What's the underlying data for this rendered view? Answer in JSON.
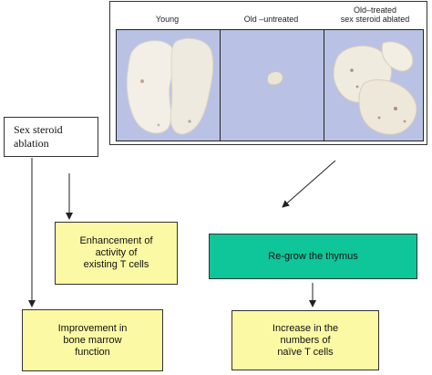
{
  "photo_panel": {
    "labels": {
      "young": "Young",
      "old_untreated": "Old –untreated",
      "old_treated_line1": "Old–treated",
      "old_treated_line2": "sex steroid ablated"
    }
  },
  "boxes": {
    "sex_steroid_line1": "Sex steroid",
    "sex_steroid_line2": "ablation",
    "enhancement_line1": "Enhancement of",
    "enhancement_line2": "activity of",
    "enhancement_line3": "existing T cells",
    "regrow": "Re-grow the thymus",
    "bone_line1": "Improvement in",
    "bone_line2": "bone marrow",
    "bone_line3": "function",
    "increase_line1": "Increase in the",
    "increase_line2": "numbers of",
    "increase_line3": "naïve T cells"
  },
  "colors": {
    "yellow_box": "#fbf9a4",
    "green_box": "#0fc59a",
    "photo_background": "#b9c2e4",
    "tissue": "#f1ede3"
  }
}
